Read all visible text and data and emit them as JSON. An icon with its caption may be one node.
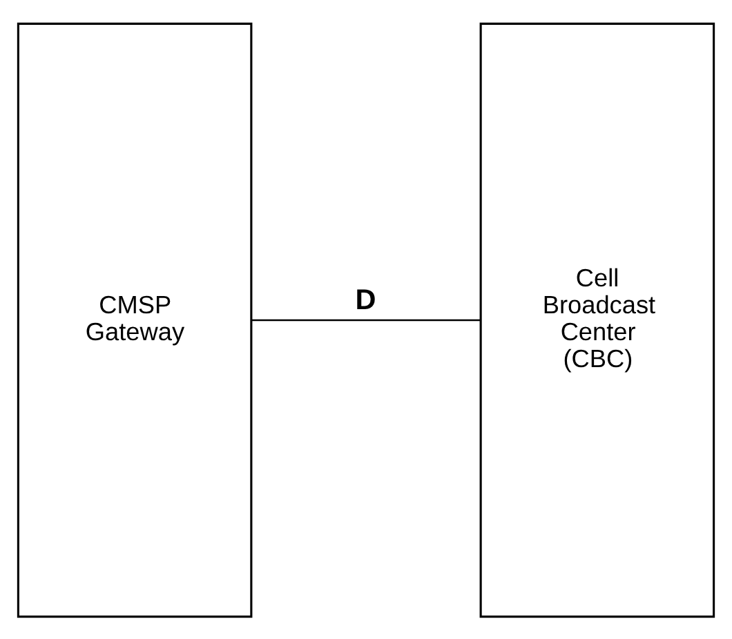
{
  "diagram": {
    "nodes": [
      {
        "text": [
          "CMSP Gateway"
        ]
      },
      {
        "text": [
          "Cell Broadcast Center (CBC)"
        ]
      }
    ],
    "edges": [
      {
        "from": 0,
        "to": 1,
        "arrow": "none",
        "label": "D"
      }
    ]
  }
}
